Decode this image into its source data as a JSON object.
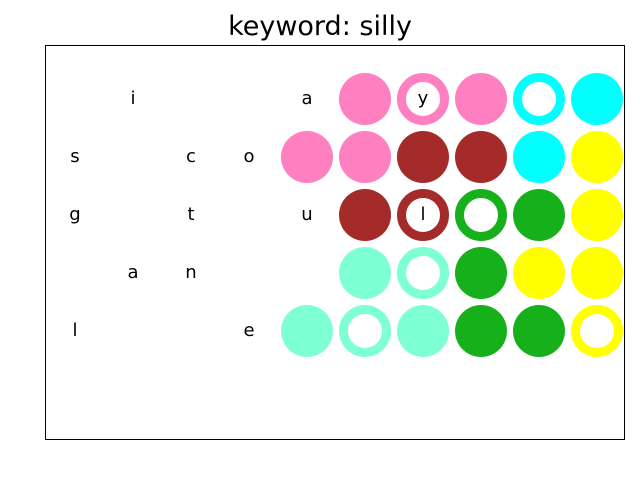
{
  "title": "keyword: silly",
  "colors": {
    "pink": "#ff80c0",
    "cyan": "#00ffff",
    "darkred": "#a52a2a",
    "green": "#15b01a",
    "yellow": "#ffff00",
    "mint": "#7fffd4"
  },
  "grid": [
    [
      {
        "l": "",
        "s": "none"
      },
      {
        "l": "i",
        "s": "none"
      },
      {
        "l": "",
        "s": "none"
      },
      {
        "l": "",
        "s": "none"
      },
      {
        "l": "a",
        "s": "none"
      },
      {
        "l": "",
        "s": "fill",
        "c": "pink"
      },
      {
        "l": "y",
        "s": "ring",
        "c": "pink"
      },
      {
        "l": "",
        "s": "fill",
        "c": "pink"
      },
      {
        "l": "",
        "s": "ring",
        "c": "cyan"
      },
      {
        "l": "",
        "s": "fill",
        "c": "cyan"
      }
    ],
    [
      {
        "l": "s",
        "s": "none"
      },
      {
        "l": "",
        "s": "none"
      },
      {
        "l": "c",
        "s": "none"
      },
      {
        "l": "o",
        "s": "none"
      },
      {
        "l": "",
        "s": "fill",
        "c": "pink"
      },
      {
        "l": "",
        "s": "fill",
        "c": "pink"
      },
      {
        "l": "",
        "s": "fill",
        "c": "darkred"
      },
      {
        "l": "",
        "s": "fill",
        "c": "darkred"
      },
      {
        "l": "",
        "s": "fill",
        "c": "cyan"
      },
      {
        "l": "",
        "s": "fill",
        "c": "yellow"
      }
    ],
    [
      {
        "l": "g",
        "s": "none"
      },
      {
        "l": "",
        "s": "none"
      },
      {
        "l": "t",
        "s": "none"
      },
      {
        "l": "",
        "s": "none"
      },
      {
        "l": "u",
        "s": "none"
      },
      {
        "l": "",
        "s": "fill",
        "c": "darkred"
      },
      {
        "l": "l",
        "s": "ring",
        "c": "darkred"
      },
      {
        "l": "",
        "s": "ring",
        "c": "green"
      },
      {
        "l": "",
        "s": "fill",
        "c": "green"
      },
      {
        "l": "",
        "s": "fill",
        "c": "yellow"
      }
    ],
    [
      {
        "l": "",
        "s": "none"
      },
      {
        "l": "a",
        "s": "none"
      },
      {
        "l": "n",
        "s": "none"
      },
      {
        "l": "",
        "s": "none"
      },
      {
        "l": "",
        "s": "none"
      },
      {
        "l": "",
        "s": "fill",
        "c": "mint"
      },
      {
        "l": "",
        "s": "ring",
        "c": "mint"
      },
      {
        "l": "",
        "s": "fill",
        "c": "green"
      },
      {
        "l": "",
        "s": "fill",
        "c": "yellow"
      },
      {
        "l": "",
        "s": "fill",
        "c": "yellow"
      }
    ],
    [
      {
        "l": "l",
        "s": "none"
      },
      {
        "l": "",
        "s": "none"
      },
      {
        "l": "",
        "s": "none"
      },
      {
        "l": "e",
        "s": "none"
      },
      {
        "l": "",
        "s": "fill",
        "c": "mint"
      },
      {
        "l": "",
        "s": "ring",
        "c": "mint"
      },
      {
        "l": "",
        "s": "fill",
        "c": "mint"
      },
      {
        "l": "",
        "s": "fill",
        "c": "green"
      },
      {
        "l": "",
        "s": "fill",
        "c": "green"
      },
      {
        "l": "",
        "s": "ring",
        "c": "yellow"
      }
    ]
  ]
}
